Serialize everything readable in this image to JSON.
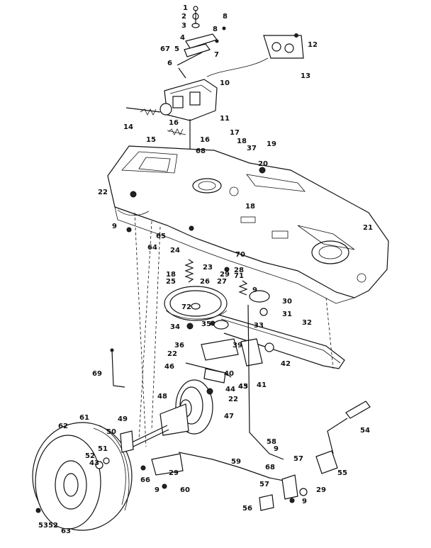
{
  "diagram": {
    "part_labels": [
      "1",
      "2",
      "3",
      "4",
      "5",
      "6",
      "67",
      "7",
      "8",
      "8",
      "10",
      "11",
      "12",
      "13",
      "14",
      "15",
      "16",
      "16",
      "17",
      "18",
      "37",
      "68",
      "19",
      "20",
      "18",
      "22",
      "21",
      "9",
      "65",
      "64",
      "24",
      "70",
      "71",
      "23",
      "18",
      "25",
      "26",
      "27",
      "28",
      "29",
      "72",
      "9",
      "30",
      "31",
      "32",
      "33",
      "34",
      "35",
      "36",
      "22",
      "39",
      "40",
      "41",
      "42",
      "43",
      "44",
      "45",
      "46",
      "47",
      "48",
      "22",
      "69",
      "49",
      "50",
      "51",
      "52",
      "43",
      "61",
      "62",
      "53",
      "52",
      "63",
      "66",
      "9",
      "60",
      "29",
      "59",
      "58",
      "9",
      "57",
      "68",
      "57",
      "56",
      "29",
      "9",
      "55",
      "54"
    ]
  }
}
